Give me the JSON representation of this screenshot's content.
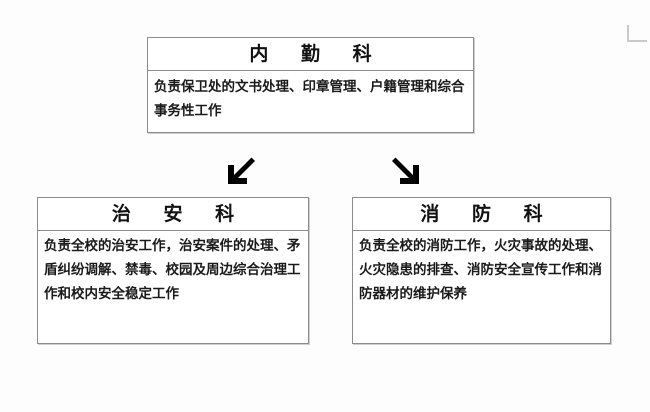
{
  "diagram": {
    "title_suppressed": "",
    "boxes": [
      {
        "id": "top",
        "title": "内 勤 科",
        "body": "负责保卫处的文书处理、印章管理、户籍管理和综合事务性工作"
      },
      {
        "id": "left",
        "title": "治 安 科",
        "body": "负责全校的治安工作，治安案件的处理、矛盾纠纷调解、禁毒、校园及周边综合治理工作和校内安全稳定工作"
      },
      {
        "id": "right",
        "title": "消 防 科",
        "body": "负责全校的消防工作，火灾事故的处理、火灾隐患的排查、消防安全宣传工作和消防器材的维护保养"
      }
    ],
    "connectors": [
      {
        "id": "arrow-left",
        "icon": "arrow-down-left-icon",
        "direction": "down-left"
      },
      {
        "id": "arrow-right",
        "icon": "arrow-down-right-icon",
        "direction": "down-right"
      }
    ],
    "marks": [
      {
        "id": "corner-mark",
        "icon": "corner-crop-mark-icon"
      }
    ],
    "colors": {
      "background": "#fdfdfd",
      "box_fill": "#ffffff",
      "box_border": "#8c8c8c",
      "text": "#111111",
      "arrow": "#000000",
      "corner_mark": "#c9c9c9"
    }
  }
}
